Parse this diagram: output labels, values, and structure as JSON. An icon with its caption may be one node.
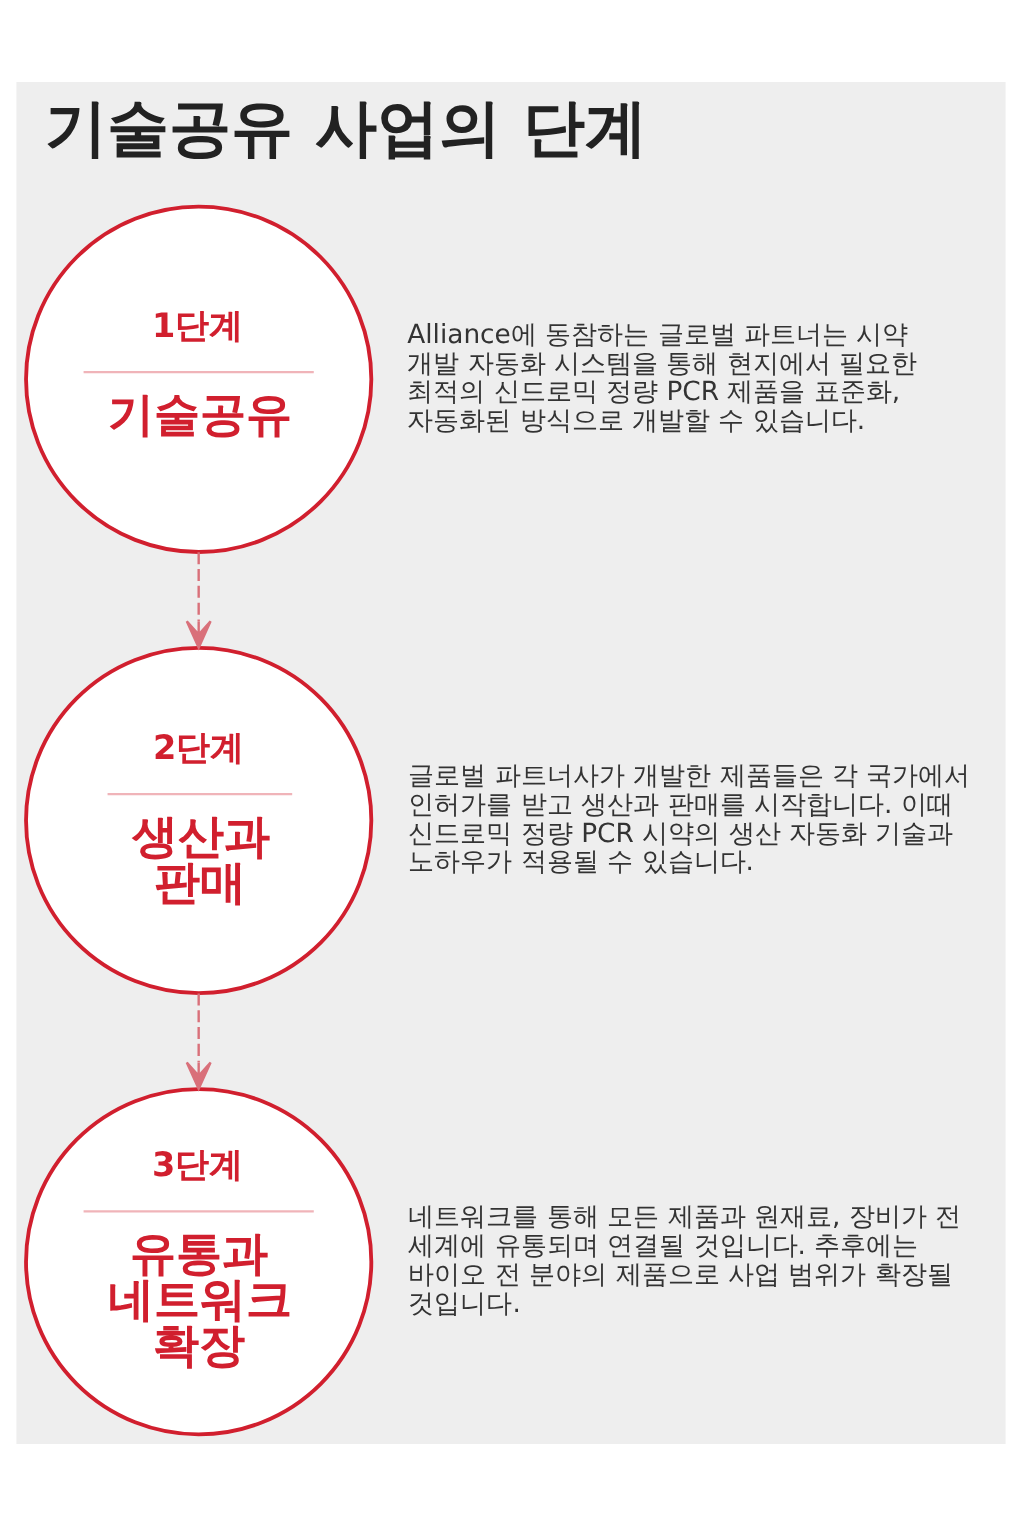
{
  "diagram": {
    "title": "기술공유 사업의 단계",
    "nodes": [
      {
        "text": [
          "1단계",
          "기술공유"
        ],
        "beside": [
          "Alliance에 동참하는 글로벌 파트너는 시약 개발 자동화 시스템을 통해 현지에서 필요한 최적의 신드로믹 정량 PCR 제품을 표준화, 자동화된 방식으로 개발할 수 있습니다."
        ]
      },
      {
        "text": [
          "2단계",
          "생산과 판매"
        ],
        "beside": [
          "글로벌 파트너사가 개발한 제품들은 각 국가에서 인허가를 받고 생산과 판매를 시작합니다. 이때 신드로믹 정량 PCR 시약의 생산 자동화 기술과 노하우가 적용될 수 있습니다."
        ]
      },
      {
        "text": [
          "3단계",
          "유통과 네트워크 확장"
        ],
        "beside": [
          "네트워크를 통해 모든 제품과 원재료, 장비가 전 세계에 유통되며 연결될 것입니다. 추후에는 바이오 전 분야의 제품으로 사업 범위가 확장될 것입니다."
        ]
      }
    ],
    "edges": [
      {
        "from": 0,
        "to": 1,
        "arrow": "to",
        "style": "dashed"
      },
      {
        "from": 1,
        "to": 2,
        "arrow": "to",
        "style": "dashed"
      }
    ]
  }
}
